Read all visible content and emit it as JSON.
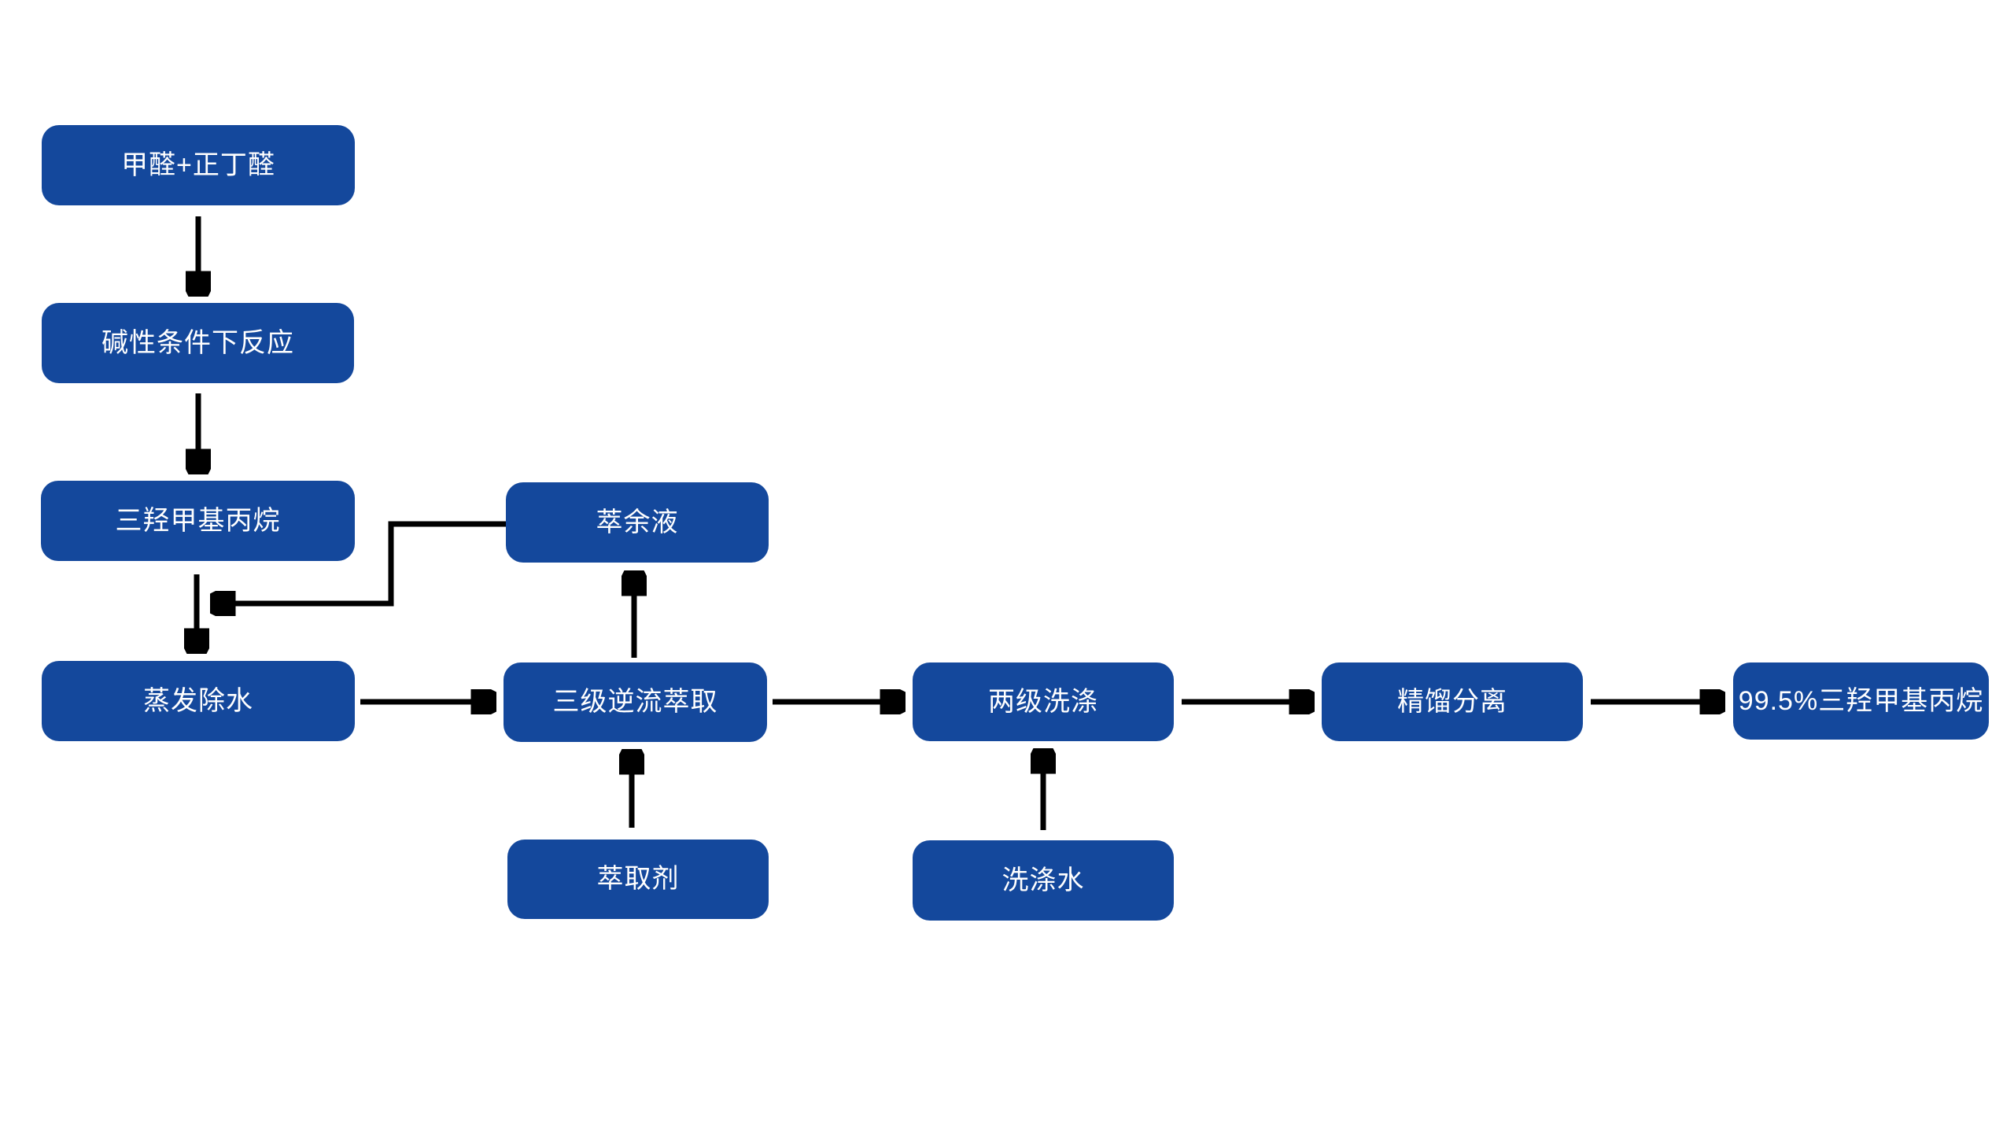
{
  "diagram": {
    "type": "flowchart",
    "background_color": "#ffffff",
    "node_fill_color": "#14489C",
    "node_text_color": "#ffffff",
    "arrow_color": "#000000",
    "nodes": [
      {
        "id": "feed",
        "label": "甲醛+正丁醛"
      },
      {
        "id": "reaction",
        "label": "碱性条件下反应"
      },
      {
        "id": "tmp-crude",
        "label": "三羟甲基丙烷"
      },
      {
        "id": "evaporation",
        "label": "蒸发除水"
      },
      {
        "id": "raffinate",
        "label": "萃余液"
      },
      {
        "id": "extraction",
        "label": "三级逆流萃取"
      },
      {
        "id": "extractant",
        "label": "萃取剂"
      },
      {
        "id": "washing",
        "label": "两级洗涤"
      },
      {
        "id": "wash-water",
        "label": "洗涤水"
      },
      {
        "id": "distillation",
        "label": "精馏分离"
      },
      {
        "id": "product",
        "label": "99.5%三羟甲基丙烷"
      }
    ],
    "flows": [
      {
        "from": "甲醛+正丁醛",
        "to": "碱性条件下反应"
      },
      {
        "from": "碱性条件下反应",
        "to": "三羟甲基丙烷"
      },
      {
        "from": "三羟甲基丙烷",
        "to": "蒸发除水"
      },
      {
        "from": "萃余液",
        "to": "蒸发除水"
      },
      {
        "from": "蒸发除水",
        "to": "三级逆流萃取"
      },
      {
        "from": "三级逆流萃取",
        "to": "萃余液"
      },
      {
        "from": "萃取剂",
        "to": "三级逆流萃取"
      },
      {
        "from": "三级逆流萃取",
        "to": "两级洗涤"
      },
      {
        "from": "洗涤水",
        "to": "两级洗涤"
      },
      {
        "from": "两级洗涤",
        "to": "精馏分离"
      },
      {
        "from": "精馏分离",
        "to": "99.5%三羟甲基丙烷"
      }
    ]
  }
}
